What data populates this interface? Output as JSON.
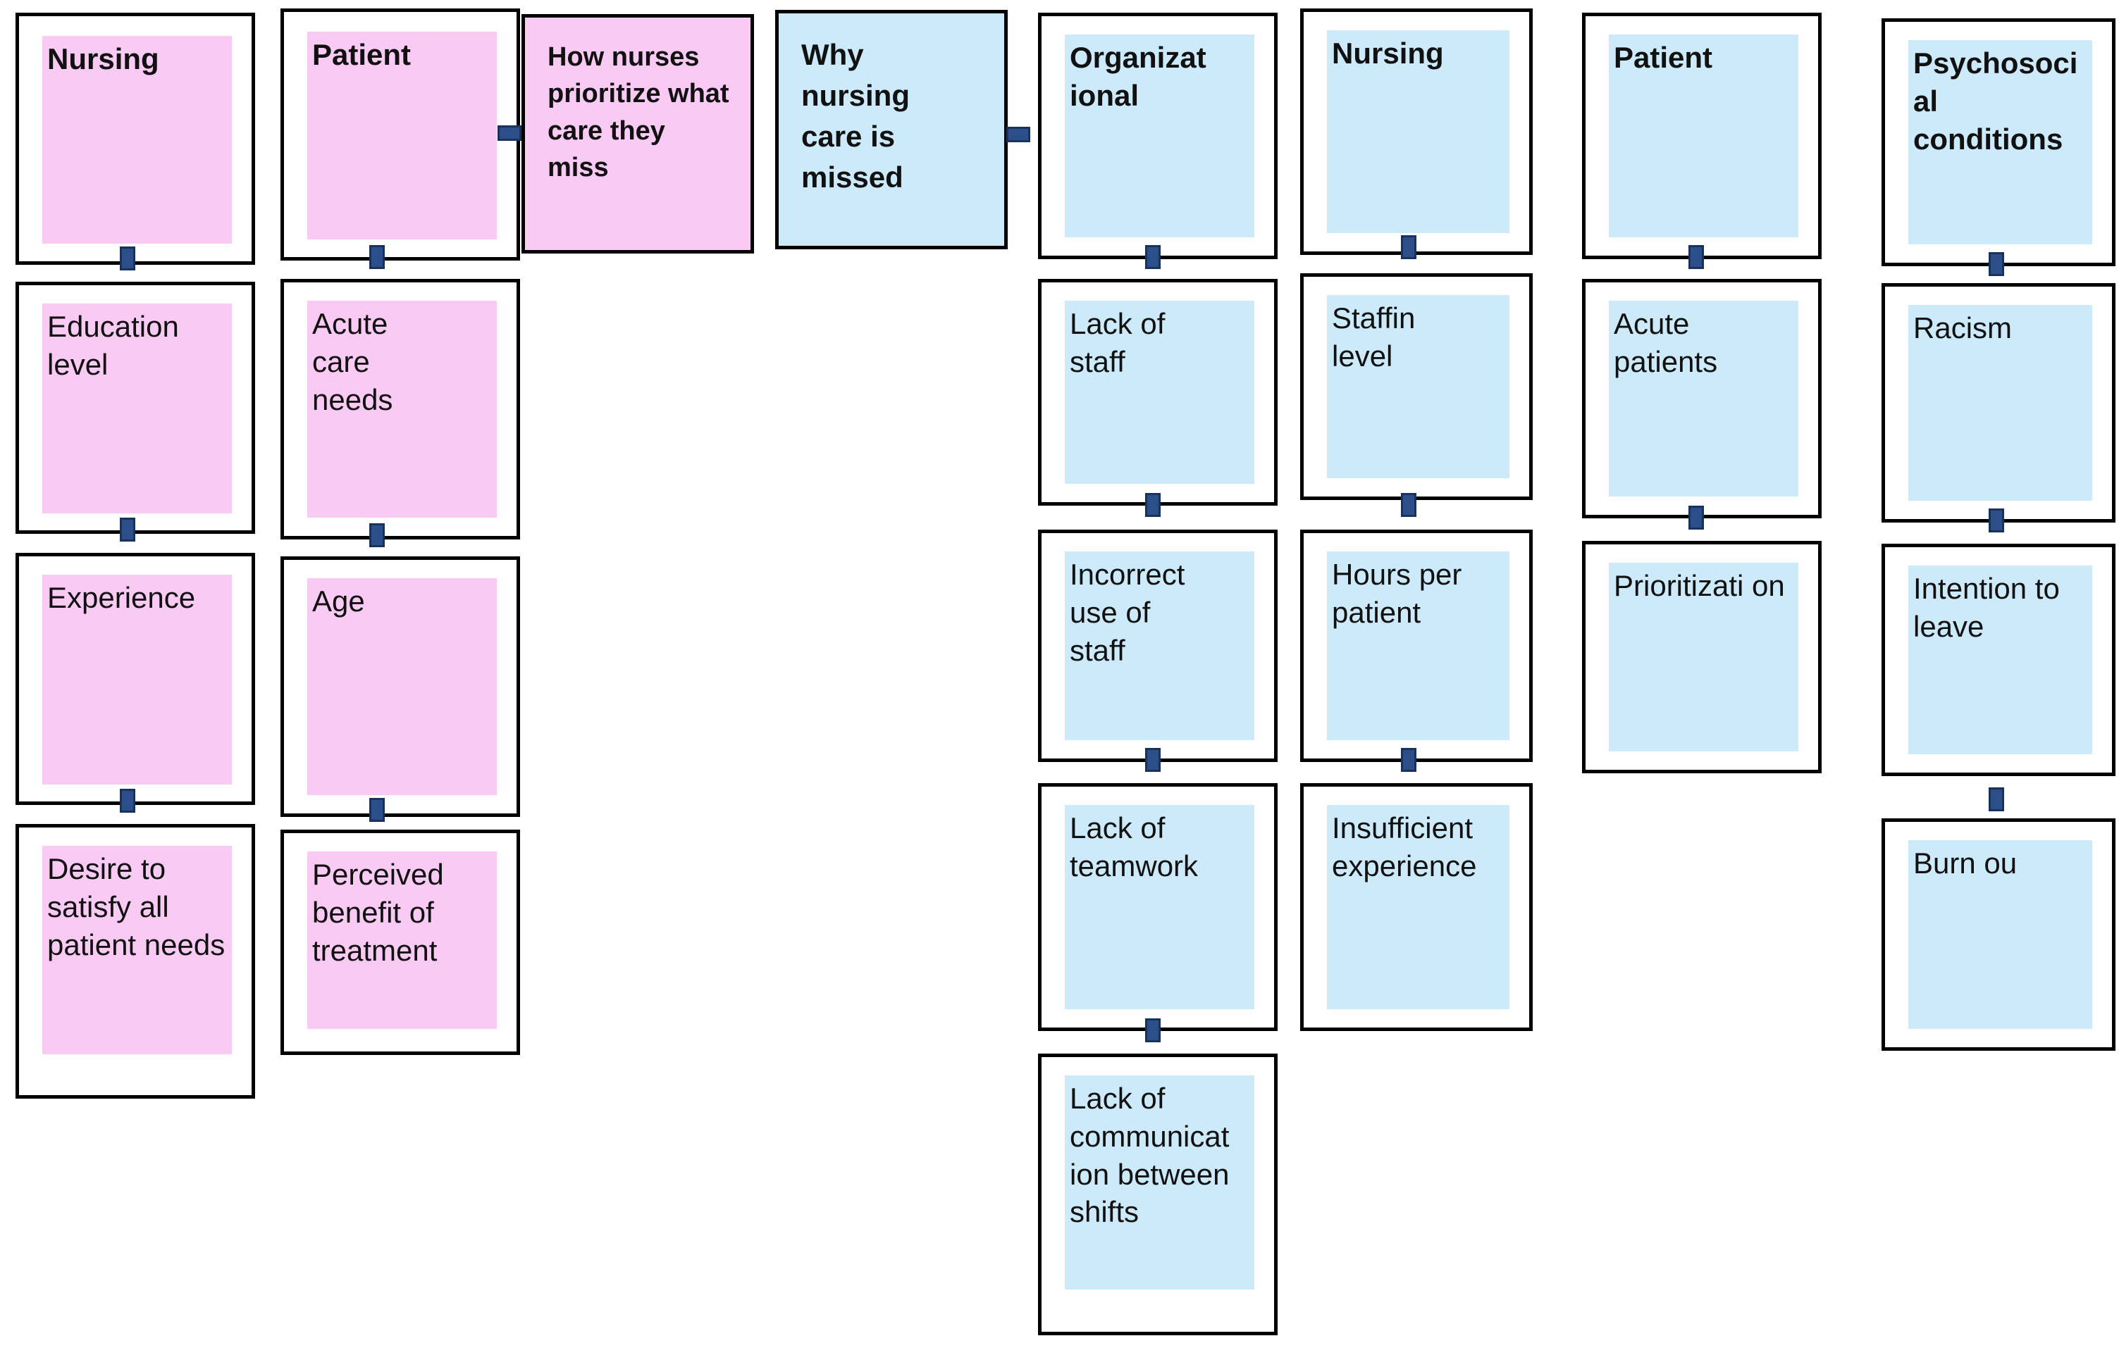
{
  "diagram": {
    "title_left": "How nurses prioritize what care they miss",
    "title_right": "Why nursing care is missed",
    "colors": {
      "pink_fill": "#f9caf3",
      "blue_fill": "#cdeafa",
      "border": "#000000",
      "connector": "#2c4f89",
      "background": "#ffffff"
    }
  },
  "columns": [
    {
      "id": "nursing-left",
      "theme": "pink",
      "header": "Nursing",
      "items": [
        "Education level",
        "Experience",
        "Desire to satisfy all patient needs"
      ]
    },
    {
      "id": "patient-left",
      "theme": "pink",
      "header": "Patient",
      "items": [
        "Acute care needs",
        "Age",
        "Perceived benefit of treatment"
      ]
    },
    {
      "id": "organizational",
      "theme": "blue",
      "header": "Organizat ional",
      "items": [
        "Lack of staff",
        "Incorrect use of staff",
        "Lack of teamwork",
        "Lack of communicat ion between shifts"
      ]
    },
    {
      "id": "nursing-right",
      "theme": "blue",
      "header": "Nursing",
      "items": [
        "Staffin level",
        "Hours per patient",
        "Insufficient experience"
      ]
    },
    {
      "id": "patient-right",
      "theme": "blue",
      "header": "Patient",
      "items": [
        "Acute patients",
        "Prioritizati on"
      ]
    },
    {
      "id": "psychosocial",
      "theme": "blue",
      "header": "Psychosoci al conditions",
      "items": [
        "Racism",
        "Intention to leave",
        "Burn ou"
      ]
    }
  ],
  "center": {
    "left_question": "How nurses prioritize what care they miss",
    "right_question": "Why nursing care is missed"
  }
}
